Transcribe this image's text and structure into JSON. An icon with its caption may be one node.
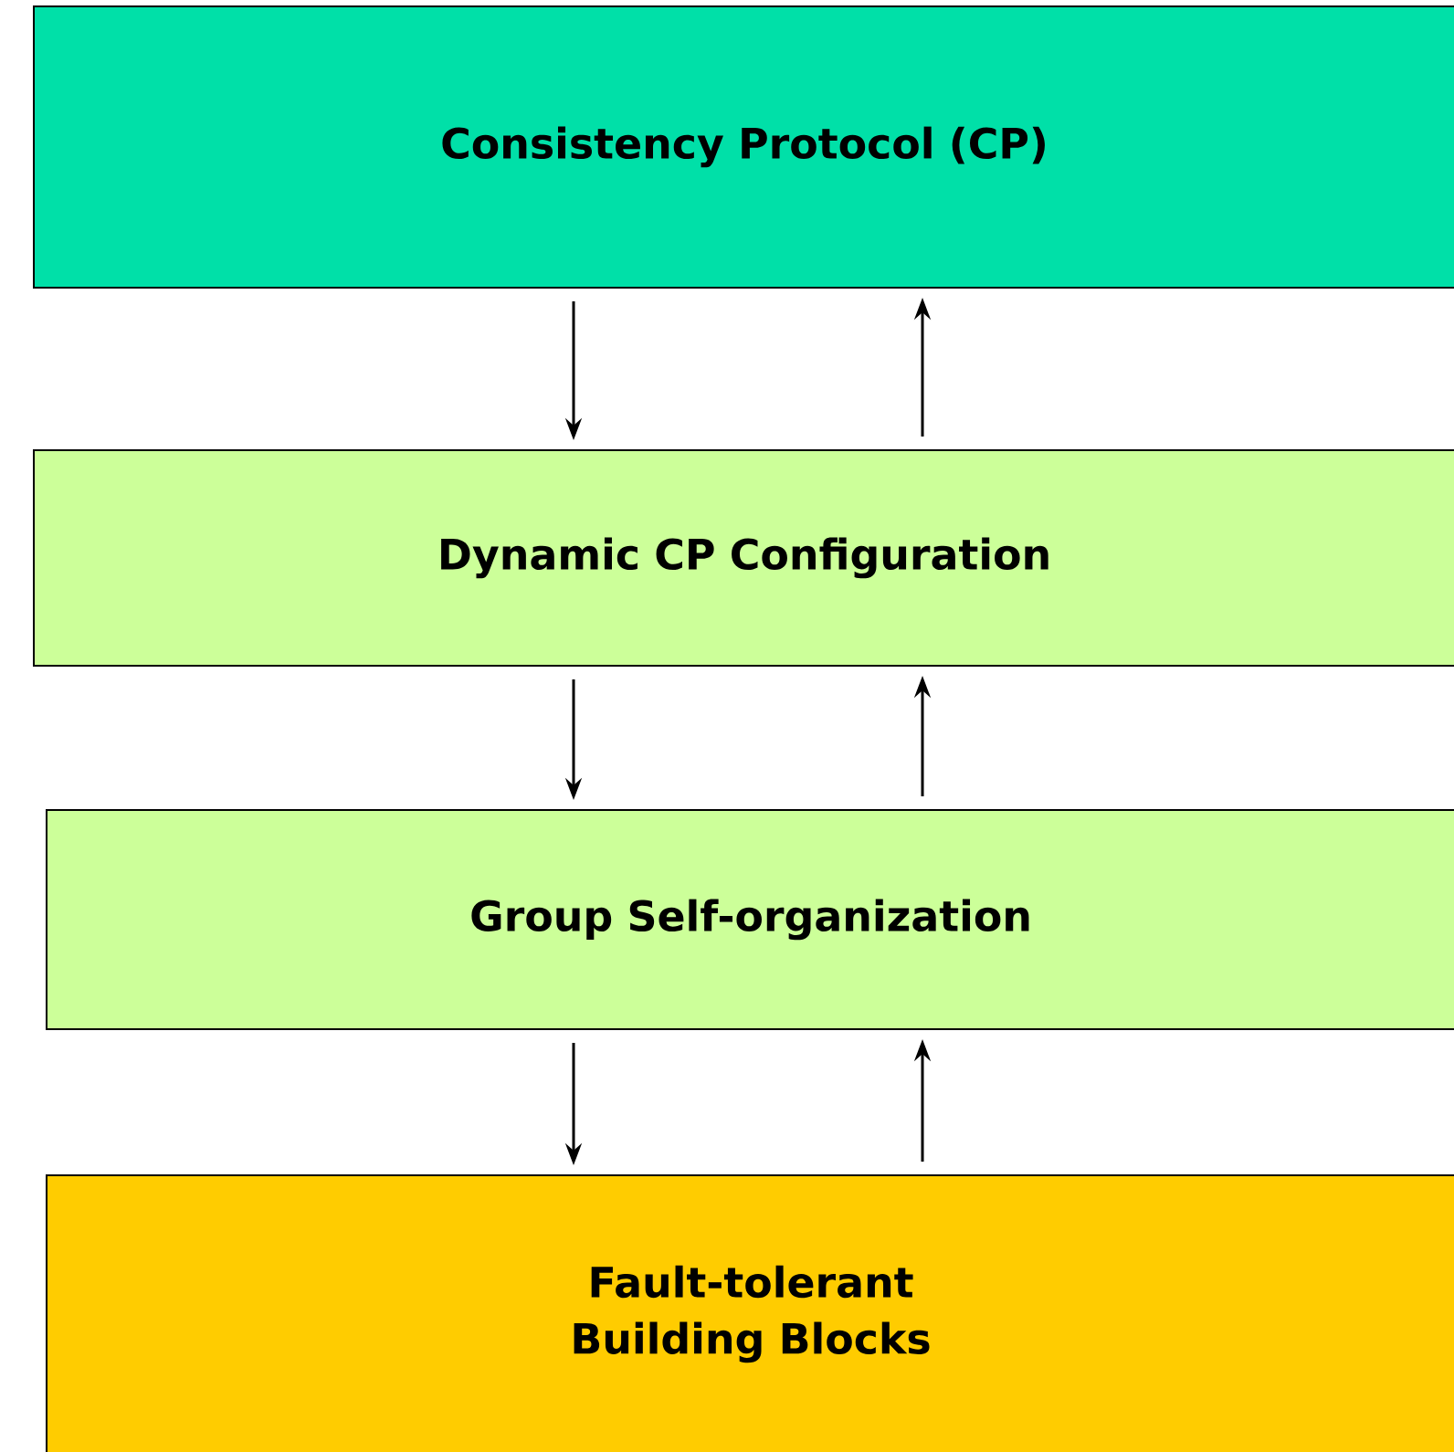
{
  "diagram": {
    "nodes": [
      {
        "text": [
          "Consistency Protocol (CP)"
        ]
      },
      {
        "text": [
          "Dynamic CP Configuration"
        ]
      },
      {
        "text": [
          "Group Self-organization"
        ]
      },
      {
        "text": [
          "Fault-tolerant Building Blocks"
        ]
      }
    ],
    "edges": [
      {
        "from": 0,
        "to": 1,
        "arrow": "to"
      },
      {
        "from": 1,
        "to": 0,
        "arrow": "to"
      },
      {
        "from": 1,
        "to": 2,
        "arrow": "to"
      },
      {
        "from": 2,
        "to": 1,
        "arrow": "to"
      },
      {
        "from": 2,
        "to": 3,
        "arrow": "to"
      },
      {
        "from": 3,
        "to": 2,
        "arrow": "to"
      }
    ]
  }
}
